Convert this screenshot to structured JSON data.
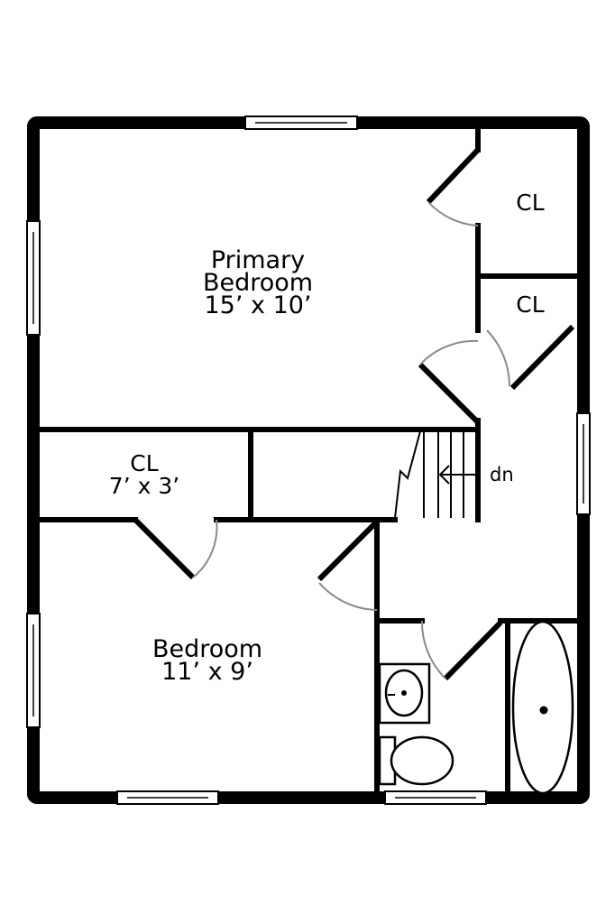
{
  "rooms": {
    "primary_bedroom": {
      "name_line1": "Primary",
      "name_line2": "Bedroom",
      "dimensions": "15’ x 10’"
    },
    "closet_top": {
      "name": "CL"
    },
    "closet_mid": {
      "name": "CL"
    },
    "hall_closet": {
      "name": "CL",
      "dimensions": "7’ x 3’"
    },
    "bedroom": {
      "name": "Bedroom",
      "dimensions": "11’ x 9’"
    }
  },
  "stairs": {
    "label": "dn"
  }
}
